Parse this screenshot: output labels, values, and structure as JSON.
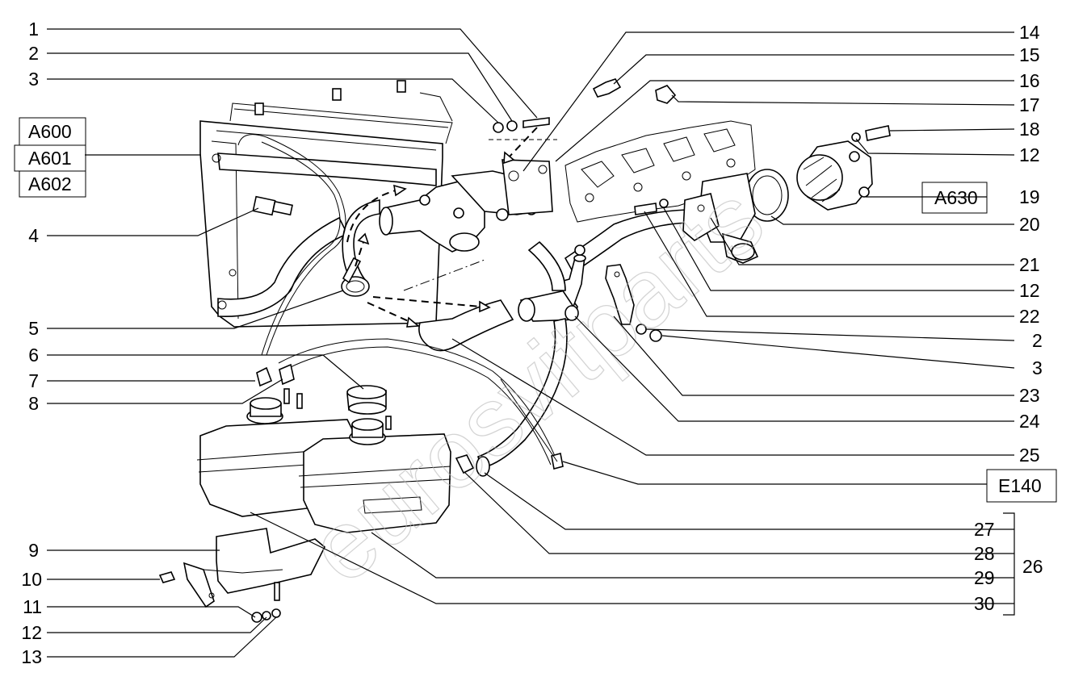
{
  "labels_left": [
    "1",
    "2",
    "3",
    "4",
    "5",
    "6",
    "7",
    "8",
    "9",
    "10",
    "11",
    "12",
    "13"
  ],
  "labels_right": [
    "14",
    "15",
    "16",
    "17",
    "18",
    "12",
    "19",
    "20",
    "21",
    "12",
    "22",
    "2",
    "3",
    "23",
    "24",
    "25",
    "27",
    "28",
    "29",
    "30"
  ],
  "group_label": "26",
  "boxes": {
    "a600": "A600",
    "a601": "A601",
    "a602": "A602",
    "a630": "A630",
    "e140": "E140"
  },
  "watermark": "eurosvitparts"
}
